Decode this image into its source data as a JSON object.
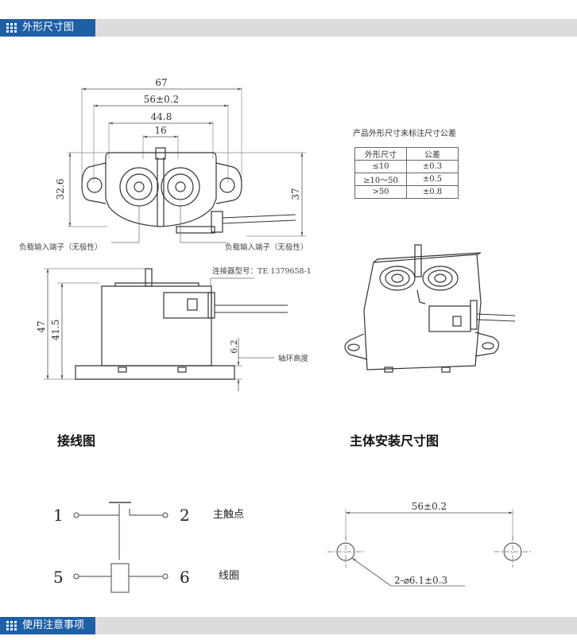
{
  "sections": {
    "top_title": "外形尺寸图",
    "bottom_title": "使用注意事项"
  },
  "top_view": {
    "dims": [
      "67",
      "56±0.2",
      "44.8",
      "16"
    ],
    "height_left": "32.6",
    "height_right": "37",
    "label_left": "负载输入端子（无极性）",
    "label_right": "负载输入端子（无极性）"
  },
  "tolerance": {
    "caption": "产品外形尺寸未标注尺寸公差",
    "header": [
      "外形尺寸",
      "公差"
    ],
    "rows": [
      [
        "≤10",
        "±0.3"
      ],
      [
        "≥10～50",
        "±0.5"
      ],
      [
        ">50",
        "±0.8"
      ]
    ]
  },
  "side_view": {
    "connector_label": "连接器型号：TE 1379658-1",
    "h1": "47",
    "h2": "41.5",
    "h3": "6.2",
    "ring_label": "轴环高度"
  },
  "wiring": {
    "heading": "接线图",
    "pin1": "1",
    "pin2": "2",
    "pin5": "5",
    "pin6": "6",
    "main_label": "主触点",
    "coil_label": "线圈"
  },
  "mounting": {
    "heading": "主体安装尺寸图",
    "spacing": "56±0.2",
    "hole": "2-⌀6.1±0.3"
  }
}
